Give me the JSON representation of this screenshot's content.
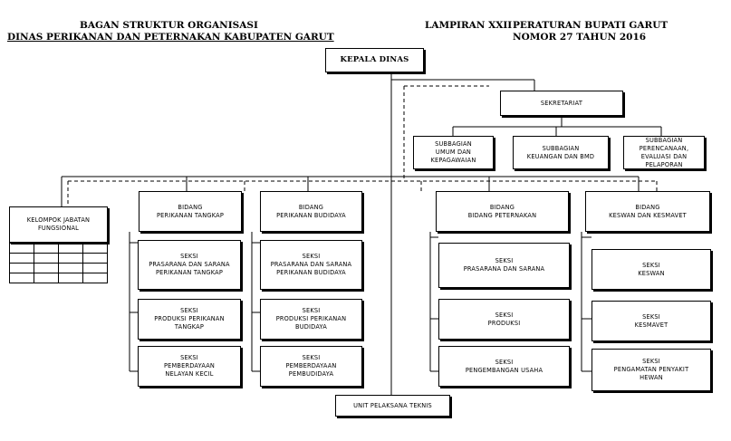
{
  "header": {
    "title_line1": "BAGAN STRUKTUR ORGANISASI",
    "title_line2": "DINAS PERIKANAN DAN PETERNAKAN KABUPATEN GARUT",
    "lampiran": "LAMPIRAN XXII",
    "peraturan_line1": "PERATURAN BUPATI GARUT",
    "peraturan_line2": "NOMOR 27 TAHUN 2016"
  },
  "units": {
    "kepala": "KEPALA DINAS",
    "sekretariat": "SEKRETARIAT",
    "sub_umum": "SUBBAGIAN\nUMUM DAN\nKEPAGAWAIAN",
    "sub_keuangan": "SUBBAGIAN\nKEUANGAN DAN BMD",
    "sub_perencanaan": "SUBBAGIAN\nPERENCANAAN,\nEVALUASI DAN\nPELAPORAN",
    "jabatan_fungsional": "KELOMPOK JABATAN\nFUNGSIONAL",
    "bidang_tangkap": "BIDANG\nPERIKANAN TANGKAP",
    "bidang_budidaya": "BIDANG\nPERIKANAN BUDIDAYA",
    "bidang_peternakan": "BIDANG\nBIDANG PETERNAKAN",
    "bidang_keswan": "BIDANG\nKESWAN DAN KESMAVET",
    "seksi_t1": "SEKSI\nPRASARANA DAN SARANA\nPERIKANAN TANGKAP",
    "seksi_t2": "SEKSI\nPRODUKSI PERIKANAN\nTANGKAP",
    "seksi_t3": "SEKSI\nPEMBERDAYAAN\nNELAYAN KECIL",
    "seksi_b1": "SEKSI\nPRASARANA DAN SARANA\nPERIKANAN BUDIDAYA",
    "seksi_b2": "SEKSI\nPRODUKSI PERIKANAN\nBUDIDAYA",
    "seksi_b3": "SEKSI\nPEMBERDAYAAN\nPEMBUDIDAYA",
    "seksi_p1": "SEKSI\nPRASARANA DAN SARANA",
    "seksi_p2": "SEKSI\nPRODUKSI",
    "seksi_p3": "SEKSI\nPENGEMBANGAN  USAHA",
    "seksi_k1": "SEKSI\nKESWAN",
    "seksi_k2": "SEKSI\nKESMAVET",
    "seksi_k3": "SEKSI\nPENGAMATAN  PENYAKIT\nHEWAN",
    "upt": "UNIT PELAKSANA TEKNIS"
  }
}
